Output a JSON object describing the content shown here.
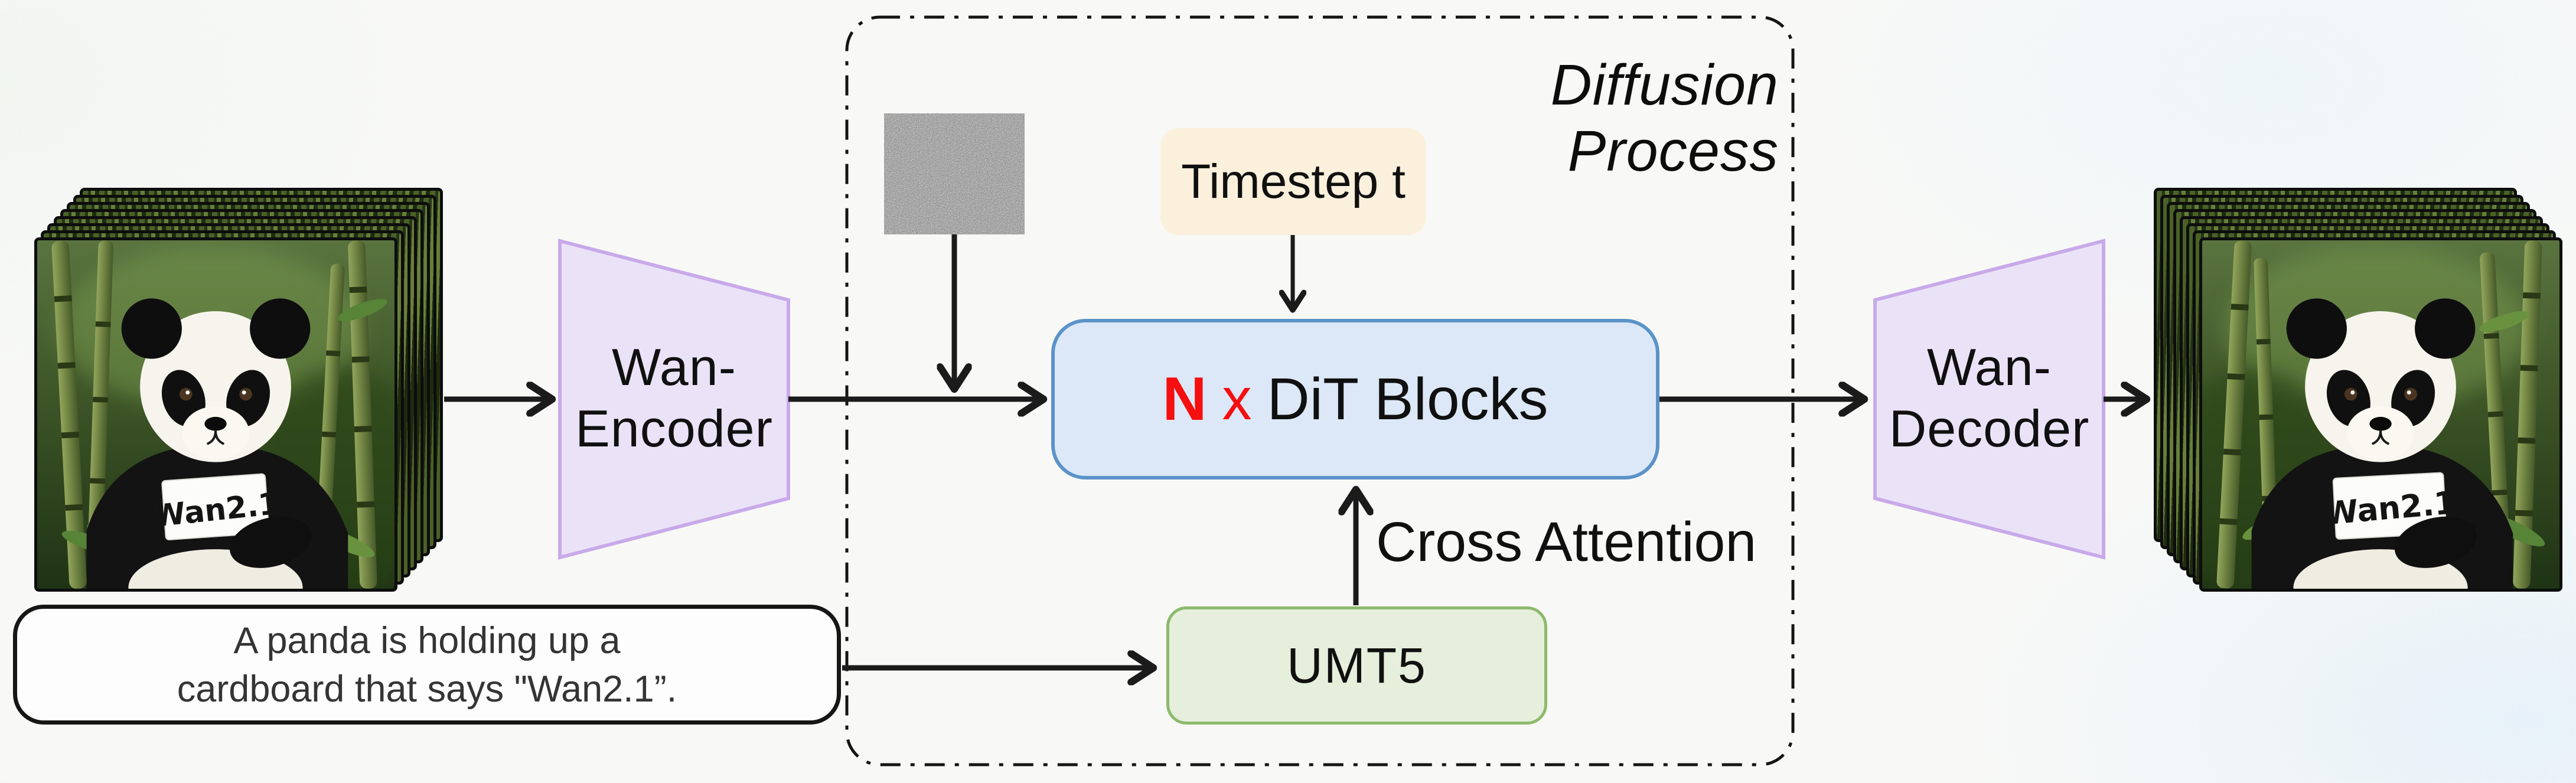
{
  "pipeline": {
    "input_stack": {
      "sign_label": "Wan2.1"
    },
    "output_stack": {
      "sign_label": "Wan2.1"
    },
    "prompt_box": {
      "line1": "A panda is holding up a",
      "line2": "cardboard that says \"Wan2.1”."
    },
    "encoder": {
      "line1": "Wan-",
      "line2": "Encoder"
    },
    "decoder": {
      "line1": "Wan-",
      "line2": "Decoder"
    },
    "diffusion_region": {
      "title": "Diffusion Process"
    },
    "timestep_box": {
      "label": "Timestep t"
    },
    "dit_box": {
      "n": "N",
      "times": "x",
      "label": "DiT Blocks"
    },
    "umt5_box": {
      "label": "UMT5"
    },
    "cross_attention_label": "Cross Attention",
    "colors": {
      "encoder_fill": "#eae3f8",
      "encoder_border": "#c9a9e9",
      "dit_fill": "#dce8f7",
      "dit_border": "#5a93c8",
      "umt5_fill": "#e5efdb",
      "umt5_border": "#8cba6c",
      "timestep_fill": "#faf0dc",
      "dit_n_color": "#f50f0f",
      "arrow_color": "#1b1b1b"
    }
  }
}
